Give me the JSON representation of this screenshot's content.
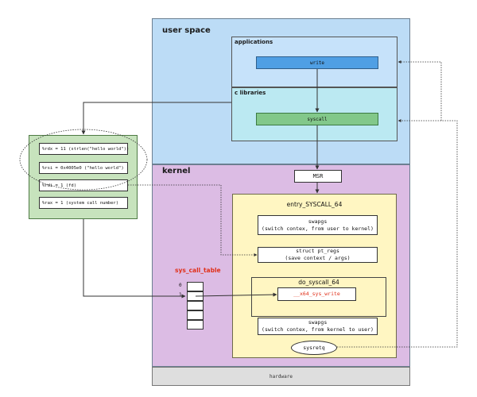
{
  "regions": {
    "user_space": "user space",
    "kernel": "kernel",
    "hardware": "hardware"
  },
  "user_space": {
    "applications": {
      "title": "applications",
      "write": "write"
    },
    "c_libraries": {
      "title": "c libraries",
      "syscall": "syscall"
    }
  },
  "kernel": {
    "msr": "MSR",
    "entry": {
      "title": "entry_SYSCALL_64",
      "swapgs_top": {
        "line1": "swapgs",
        "line2": "(switch contex, from user to kernel)"
      },
      "pt_regs": {
        "line1": "struct pt_regs",
        "line2": "(save context / args)"
      },
      "do_syscall": {
        "title": "do_syscall_64",
        "handler": "__x64_sys_write"
      },
      "swapgs_bottom": {
        "line1": "swapgs",
        "line2": "(switch contex, from kernel to user)"
      },
      "sysretq": "sysretq"
    },
    "sys_call_table": {
      "title": "sys_call_table",
      "indices": [
        "0",
        "1"
      ]
    }
  },
  "registers": [
    "%rdx = 11 (strlen(\"hello world\"))",
    "%rsi = 0x4005e0 (\"hello world\")",
    "%rdi = 1 (fd)",
    "%rax = 1 (system call number)"
  ],
  "colors": {
    "user_space": "#bcdcf6",
    "kernel": "#dcbce4",
    "write": "#4f9fe4",
    "syscall": "#82c88a",
    "registers_panel": "#c7e3bd",
    "entry_box": "#fff6c2",
    "highlight_red": "#e0301a"
  }
}
